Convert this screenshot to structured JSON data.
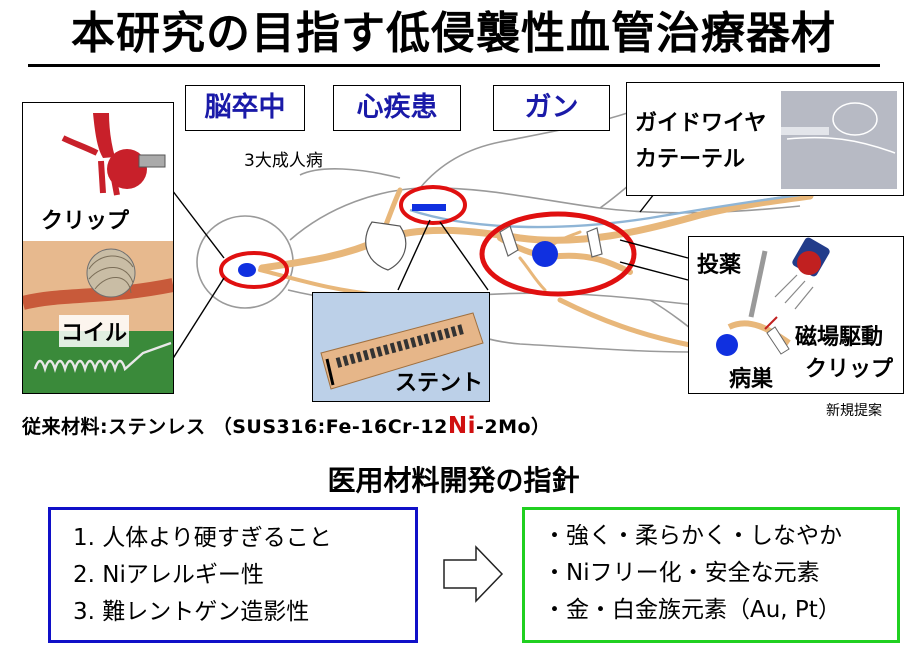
{
  "title": "本研究の目指す低侵襲性血管治療器材",
  "diseases": [
    "脳卒中",
    "心疾患",
    "ガン"
  ],
  "diseases_caption": "3大成人病",
  "devices": {
    "clip": "クリップ",
    "coil": "コイル",
    "stent": "ステント",
    "guidewire_line1": "ガイドワイヤ",
    "guidewire_line2": "カテーテル",
    "drug": "投薬",
    "lesion": "病巣",
    "magnetic_clip_line1": "磁場駆動",
    "magnetic_clip_line2": "クリップ",
    "new_proposal": "新規提案"
  },
  "conventional_material": {
    "prefix": "従来材料:ステンレス （SUS316:Fe-16Cr-12",
    "highlight": "Ni",
    "suffix": "-2Mo）"
  },
  "policy_title": "医用材料開発の指針",
  "problems": [
    "1. 人体より硬すぎること",
    "2. Niアレルギー性",
    "3. 難レントゲン造影性"
  ],
  "goals": [
    "・強く・柔らかく・しなやか",
    "・Niフリー化・安全な元素",
    "・金・白金族元素（Au, Pt）"
  ],
  "colors": {
    "disease_text": "#1a1aa8",
    "problem_border": "#1010c8",
    "goal_border": "#20d020",
    "highlight": "#d01010",
    "lesion": "#1030e0",
    "ring": "#e01010"
  }
}
